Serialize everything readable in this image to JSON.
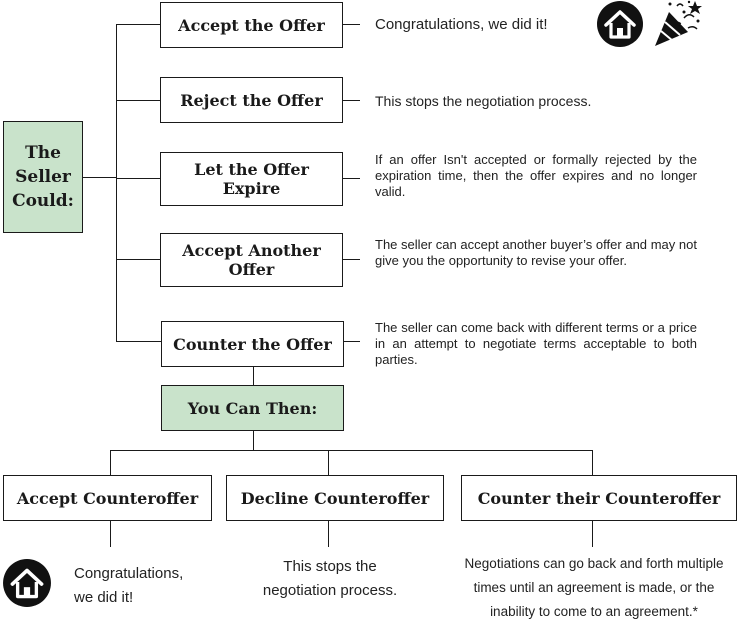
{
  "root": {
    "label": "The Seller Could:"
  },
  "options": [
    {
      "label": "Accept the Offer",
      "description": "Congratulations, we did it!"
    },
    {
      "label": "Reject the Offer",
      "description": "This stops the negotiation process."
    },
    {
      "label": "Let the Offer Expire",
      "description": "If an offer Isn't accepted or formally rejected by the expiration time, then the offer expires and no longer valid."
    },
    {
      "label": "Accept Another Offer",
      "description": "The seller can accept another buyer’s offer and may not give you the opportunity to revise your offer."
    },
    {
      "label": "Counter the Offer",
      "description": "The seller can come back with different terms or a price in an attempt to negotiate terms acceptable to both parties."
    }
  ],
  "then_node": {
    "label": "You Can Then:"
  },
  "responses": [
    {
      "label": "Accept Counteroffer",
      "description": "Congratulations, we did it!"
    },
    {
      "label": "Decline Counteroffer",
      "description": "This stops the negotiation process."
    },
    {
      "label": "Counter their Counteroffer",
      "description": "Negotiations can go back and forth multiple times until an agreement is made, or the inability to come to an agreement.*"
    }
  ],
  "icons": [
    "house-icon",
    "party-popper-icon"
  ]
}
